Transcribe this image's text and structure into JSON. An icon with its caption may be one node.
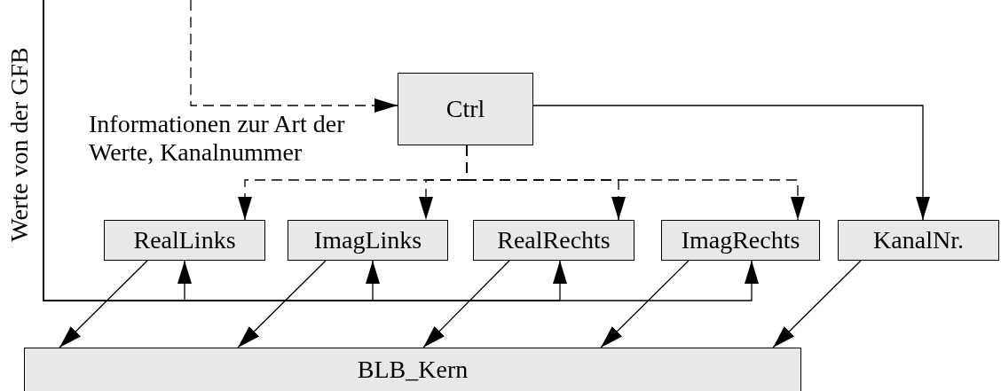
{
  "diagram": {
    "nodes": [
      {
        "text": [
          "Ctrl"
        ]
      },
      {
        "text": [
          "RealLinks"
        ]
      },
      {
        "text": [
          "ImagLinks"
        ]
      },
      {
        "text": [
          "RealRechts"
        ]
      },
      {
        "text": [
          "ImagRechts"
        ]
      },
      {
        "text": [
          "KanalNr."
        ]
      },
      {
        "text": [
          "BLB_Kern"
        ]
      }
    ],
    "edges": [
      {
        "from": null,
        "to": 0,
        "arrow": "to",
        "style": "dashed"
      },
      {
        "from": 0,
        "to": 1,
        "arrow": "to",
        "style": "dashed"
      },
      {
        "from": 0,
        "to": 2,
        "arrow": "to",
        "style": "dashed"
      },
      {
        "from": 0,
        "to": 3,
        "arrow": "to",
        "style": "dashed"
      },
      {
        "from": 0,
        "to": 4,
        "arrow": "to",
        "style": "dashed"
      },
      {
        "from": 0,
        "to": 5,
        "arrow": "to"
      },
      {
        "from": null,
        "to": 1,
        "arrow": "to"
      },
      {
        "from": null,
        "to": 2,
        "arrow": "to"
      },
      {
        "from": null,
        "to": 3,
        "arrow": "to"
      },
      {
        "from": null,
        "to": 4,
        "arrow": "to"
      },
      {
        "from": 1,
        "to": 6,
        "arrow": "to"
      },
      {
        "from": 2,
        "to": 6,
        "arrow": "to"
      },
      {
        "from": 3,
        "to": 6,
        "arrow": "to"
      },
      {
        "from": 4,
        "to": 6,
        "arrow": "to"
      },
      {
        "from": 5,
        "to": 6,
        "arrow": "to"
      }
    ],
    "labels": [
      "Werte von der GFB",
      "Informationen zur Art der Werte, Kanalnummer"
    ]
  }
}
